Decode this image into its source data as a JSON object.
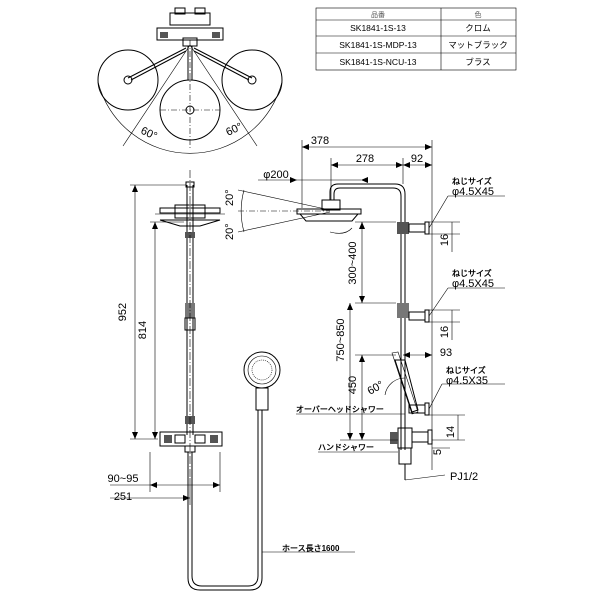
{
  "table": {
    "header_model": "品番",
    "header_color": "色",
    "rows": [
      {
        "model": "SK1841-1S-13",
        "color": "クロム"
      },
      {
        "model": "SK1841-1S-MDP-13",
        "color": "マットブラック"
      },
      {
        "model": "SK1841-1S-NCU-13",
        "color": "ブラス"
      }
    ]
  },
  "top_view": {
    "angle_left": "60°",
    "angle_right": "60°"
  },
  "front_view": {
    "dim_952": "952",
    "dim_814": "814",
    "dim_90_95": "90~95",
    "dim_251": "251",
    "hose_label": "ホース長さ1600"
  },
  "side_view": {
    "dim_378": "378",
    "dim_278": "278",
    "dim_92": "92",
    "dim_200": "φ200",
    "angle_up": "20°",
    "angle_down": "20°",
    "dim_300_400": "300~400",
    "dim_750_850": "750~850",
    "dim_450": "450",
    "dim_93": "93",
    "angle_60": "60°",
    "dim_16a": "16",
    "dim_16b": "16",
    "dim_14": "14",
    "dim_5": "5",
    "screw1_title": "ねじサイズ",
    "screw1_size": "φ4.5X45",
    "screw2_title": "ねじサイズ",
    "screw2_size": "φ4.5X45",
    "screw3_title": "ねじサイズ",
    "screw3_size": "φ4.5X35",
    "overhead_label": "オーバーヘッドシャワー",
    "hand_label": "ハンドシャワー",
    "pj_label": "PJ1/2"
  }
}
